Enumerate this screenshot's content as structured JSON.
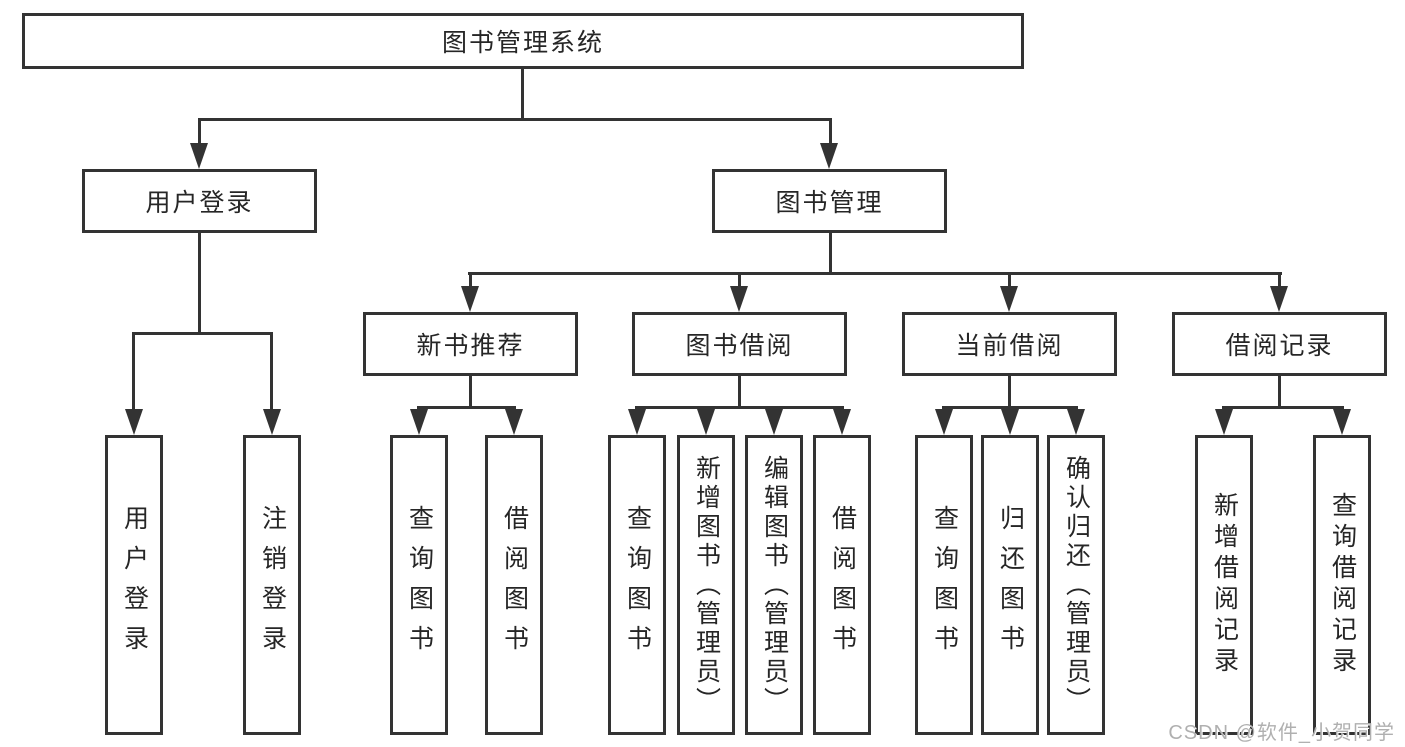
{
  "diagram": {
    "root": {
      "label": "图书管理系统"
    },
    "branches": [
      {
        "label": "用户登录",
        "children": [
          {
            "label": "用户登录"
          },
          {
            "label": "注销登录"
          }
        ]
      },
      {
        "label": "图书管理",
        "children": [
          {
            "label": "新书推荐",
            "children": [
              {
                "label": "查询图书"
              },
              {
                "label": "借阅图书"
              }
            ]
          },
          {
            "label": "图书借阅",
            "children": [
              {
                "label": "查询图书"
              },
              {
                "label": "新增图书（管理员）"
              },
              {
                "label": "编辑图书（管理员）"
              },
              {
                "label": "借阅图书"
              }
            ]
          },
          {
            "label": "当前借阅",
            "children": [
              {
                "label": "查询图书"
              },
              {
                "label": "归还图书"
              },
              {
                "label": "确认归还（管理员）"
              }
            ]
          },
          {
            "label": "借阅记录",
            "children": [
              {
                "label": "新增借阅记录"
              },
              {
                "label": "查询借阅记录"
              }
            ]
          }
        ]
      }
    ]
  },
  "watermark": {
    "text": "CSDN @软件_小贺同学"
  },
  "colors": {
    "line": "#333333",
    "box_border": "#333333",
    "text": "#262626",
    "watermark": "#b0b0b0",
    "background": "#ffffff"
  }
}
